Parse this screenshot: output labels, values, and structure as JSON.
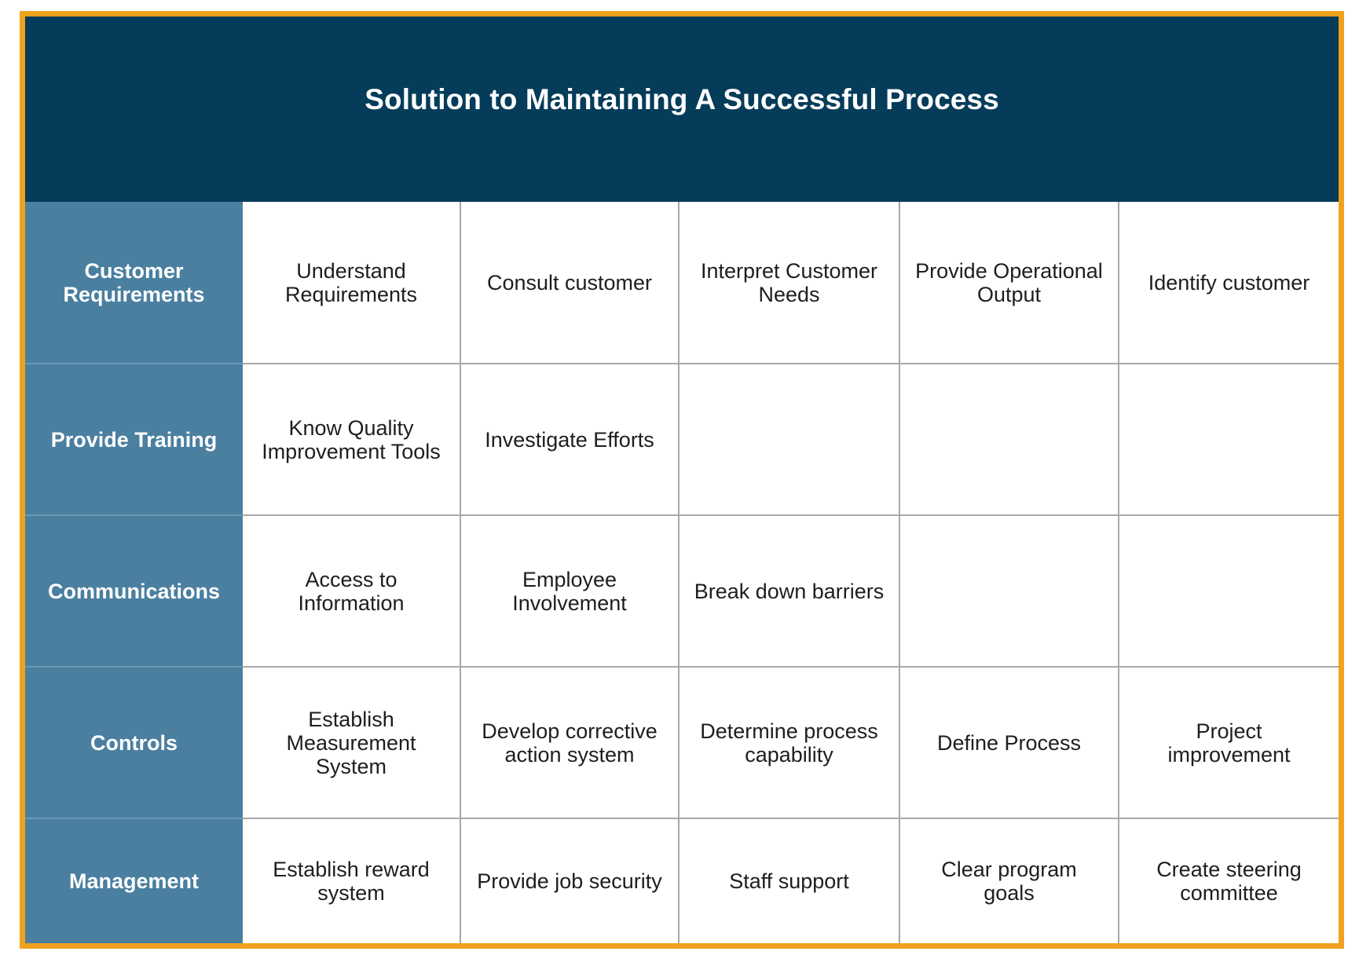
{
  "title": "Solution to Maintaining A Successful Process",
  "colors": {
    "frame": "#f0a21e",
    "banner": "#053c5a",
    "row_header": "#4a7fa0",
    "grid_line": "#a8a8a8"
  },
  "rows": [
    {
      "header": "Customer Requirements",
      "cells": [
        "Understand Requirements",
        "Consult customer",
        "Interpret Customer Needs",
        "Provide Operational Output",
        "Identify customer"
      ]
    },
    {
      "header": "Provide Training",
      "cells": [
        "Know Quality Improvement Tools",
        "Investigate Efforts",
        "",
        "",
        ""
      ]
    },
    {
      "header": "Communications",
      "cells": [
        "Access to Information",
        "Employee Involvement",
        "Break down barriers",
        "",
        ""
      ]
    },
    {
      "header": "Controls",
      "cells": [
        "Establish Measurement System",
        "Develop corrective action system",
        "Determine process capability",
        "Define Process",
        "Project improvement"
      ]
    },
    {
      "header": "Management",
      "cells": [
        "Establish reward system",
        "Provide job security",
        "Staff support",
        "Clear program goals",
        "Create steering committee"
      ]
    }
  ]
}
